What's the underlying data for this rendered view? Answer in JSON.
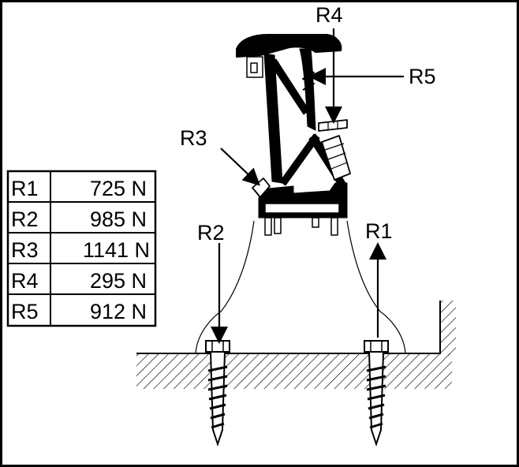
{
  "forces": [
    {
      "label": "R1",
      "value": "725 N"
    },
    {
      "label": "R2",
      "value": "985 N"
    },
    {
      "label": "R3",
      "value": "1141 N"
    },
    {
      "label": "R4",
      "value": "295 N"
    },
    {
      "label": "R5",
      "value": "912 N"
    }
  ],
  "callouts": {
    "r1": "R1",
    "r2": "R2",
    "r3": "R3",
    "r4": "R4",
    "r5": "R5"
  }
}
